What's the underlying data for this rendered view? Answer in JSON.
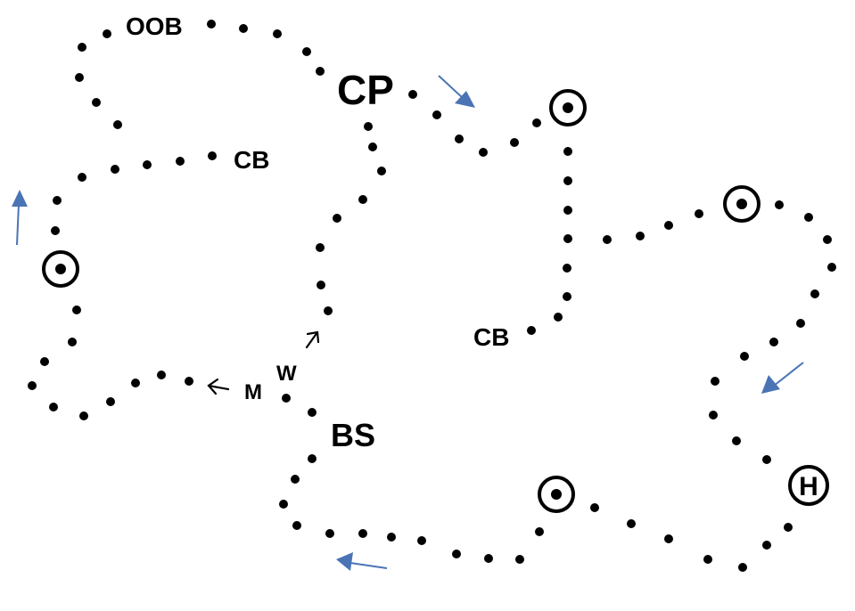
{
  "labels": {
    "oob": "OOB",
    "cp": "CP",
    "cb_left": "CB",
    "cb_center": "CB",
    "w": "W",
    "m": "M",
    "bs": "BS",
    "h": "H"
  },
  "colors": {
    "dots": "#000000",
    "arrow": "#4a74b4"
  },
  "icons": {
    "target": "circled-dot-icon",
    "helipad": "circled-h-icon",
    "direction": "arrow-icon"
  }
}
